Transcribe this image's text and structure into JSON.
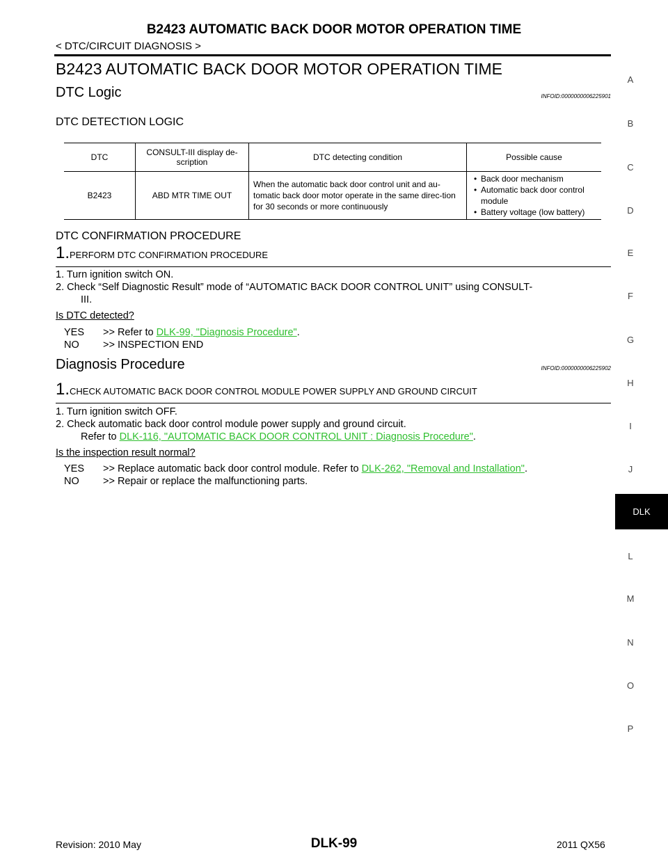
{
  "header": {
    "title": "B2423 AUTOMATIC BACK DOOR MOTOR OPERATION TIME",
    "breadcrumb": "< DTC/CIRCUIT DIAGNOSIS >"
  },
  "section_title": "B2423 AUTOMATIC BACK DOOR MOTOR OPERATION TIME",
  "dtc_logic": {
    "heading": "DTC Logic",
    "infoid": "INFOID:0000000006225901",
    "detection_heading": "DTC DETECTION LOGIC",
    "table": {
      "headers": [
        "DTC",
        "CONSULT-III display de-scription",
        "DTC detecting condition",
        "Possible cause"
      ],
      "row": {
        "dtc": "B2423",
        "display": "ABD MTR TIME OUT",
        "condition": "When the automatic back door control unit and au-tomatic back door motor operate in the same direc-tion for 30 seconds or more continuously",
        "causes": [
          "Back door mechanism",
          "Automatic back door control module",
          "Battery voltage (low battery)"
        ]
      }
    },
    "confirmation_heading": "DTC CONFIRMATION PROCEDURE",
    "step": {
      "num": "1.",
      "title": "PERFORM DTC CONFIRMATION PROCEDURE",
      "items": [
        "1. Turn ignition switch ON.",
        "2. Check “Self Diagnostic Result” mode of “AUTOMATIC BACK DOOR CONTROL UNIT” using CONSULT-",
        "III."
      ],
      "question": "Is DTC detected?",
      "yes_label": "YES",
      "yes_text": ">> Refer to ",
      "yes_link": "DLK-99, \"Diagnosis Procedure\"",
      "no_label": "NO",
      "no_text": ">> INSPECTION END"
    }
  },
  "diagnosis": {
    "heading": "Diagnosis Procedure",
    "infoid": "INFOID:0000000006225902",
    "step": {
      "num": "1.",
      "title": "CHECK AUTOMATIC BACK DOOR CONTROL MODULE POWER SUPPLY AND GROUND CIRCUIT",
      "item1": "1. Turn ignition switch OFF.",
      "item2": "2. Check automatic back door control module power supply and ground circuit.",
      "refer_text": "Refer to ",
      "refer_link": "DLK-116, \"AUTOMATIC BACK DOOR CONTROL UNIT : Diagnosis Procedure\"",
      "question": "Is the inspection result normal?",
      "yes_label": "YES",
      "yes_text": ">> Replace automatic back door control module. Refer to ",
      "yes_link": "DLK-262, \"Removal and Installation\"",
      "no_label": "NO",
      "no_text": ">> Repair or replace the malfunctioning parts."
    }
  },
  "side_index": [
    "A",
    "B",
    "C",
    "D",
    "E",
    "F",
    "G",
    "H",
    "I",
    "J",
    "L",
    "M",
    "N",
    "O",
    "P"
  ],
  "side_tab": "DLK",
  "footer": {
    "revision": "Revision: 2010 May",
    "page": "DLK-99",
    "model": "2011 QX56"
  }
}
